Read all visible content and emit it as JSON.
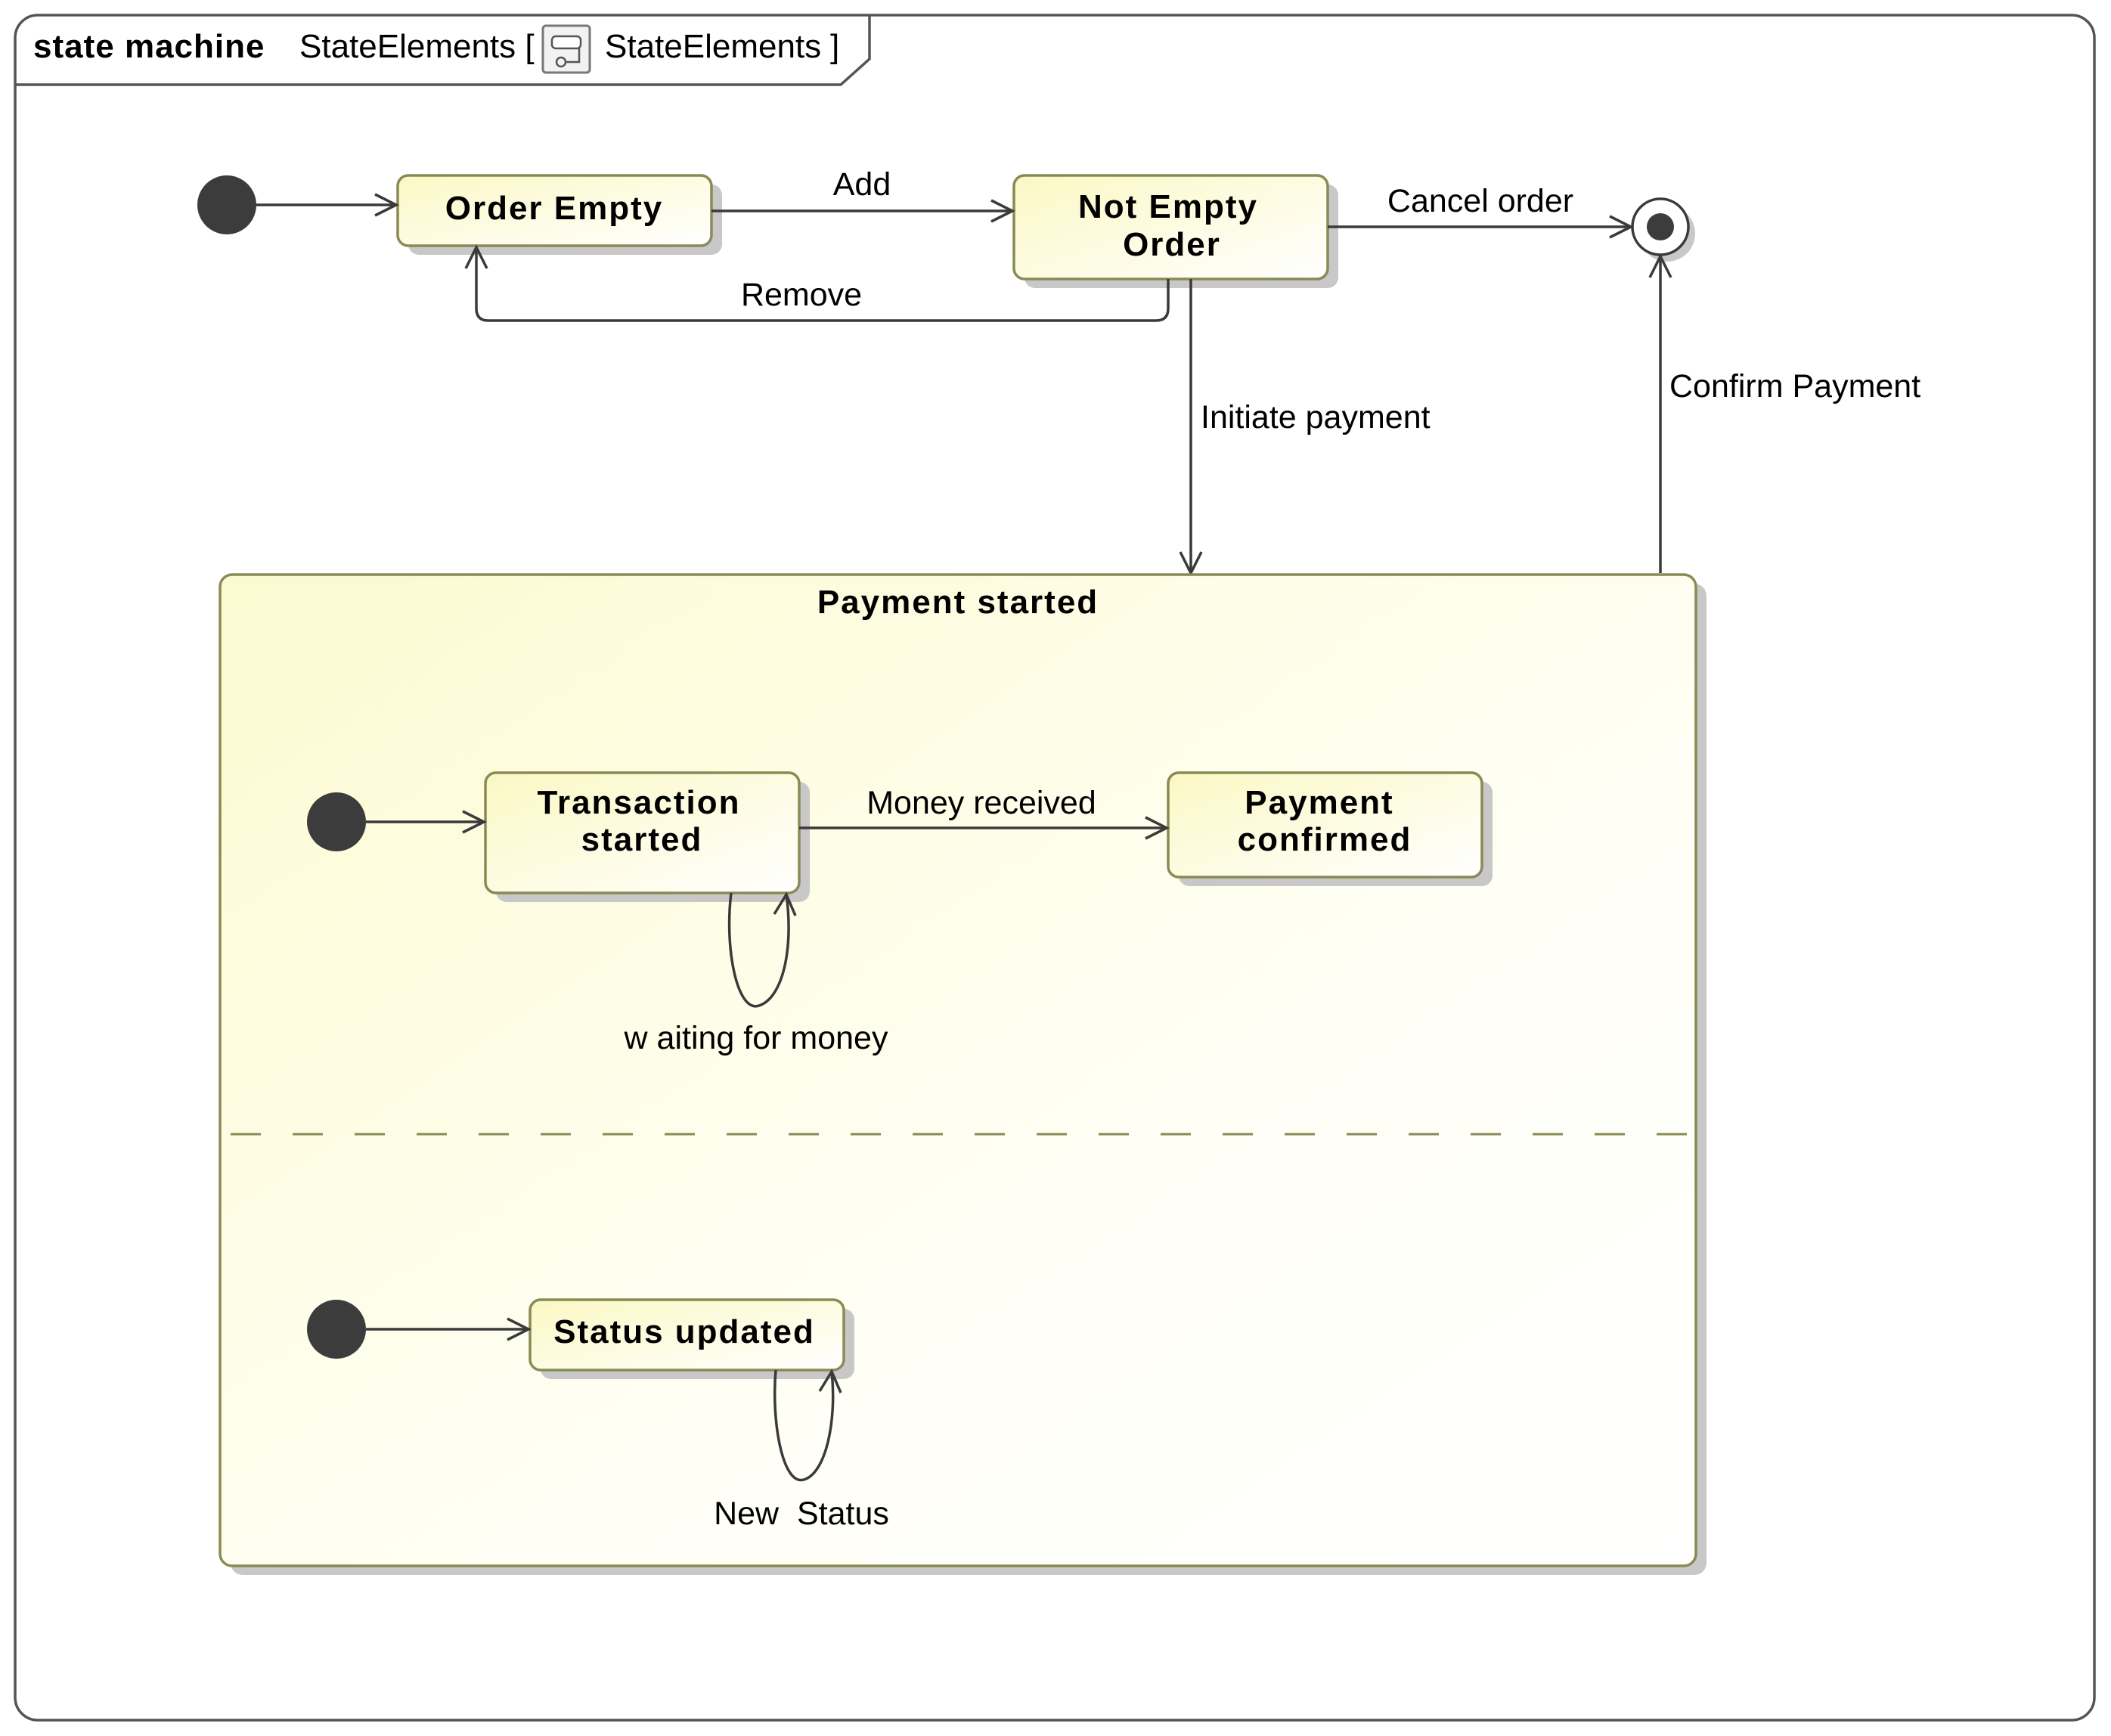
{
  "frame": {
    "keyword": "state machine",
    "name": "StateElements [",
    "reference": "StateElements",
    "close_bracket": "]",
    "icon": "state-machine-icon"
  },
  "states": {
    "order_empty": "Order Empty",
    "not_empty_order": [
      "Not Empty",
      "Order"
    ],
    "payment_started": "Payment started",
    "transaction_started": [
      "Transaction",
      "started"
    ],
    "payment_confirmed": [
      "Payment",
      "confirmed"
    ],
    "status_updated": "Status updated"
  },
  "transitions": {
    "add": "Add",
    "remove": "Remove",
    "cancel_order": "Cancel order",
    "initiate_payment": "Initiate payment",
    "confirm_payment": "Confirm Payment",
    "money_received": "Money received",
    "waiting_for_money": "w aiting for money",
    "new_status": "New  Status"
  },
  "colors": {
    "state_fill_start": "#fbf8c4",
    "state_fill_end": "#ffffff",
    "state_border": "#8a8a55",
    "edge": "#3a3a3a",
    "initial_node": "#3c3c3c"
  }
}
